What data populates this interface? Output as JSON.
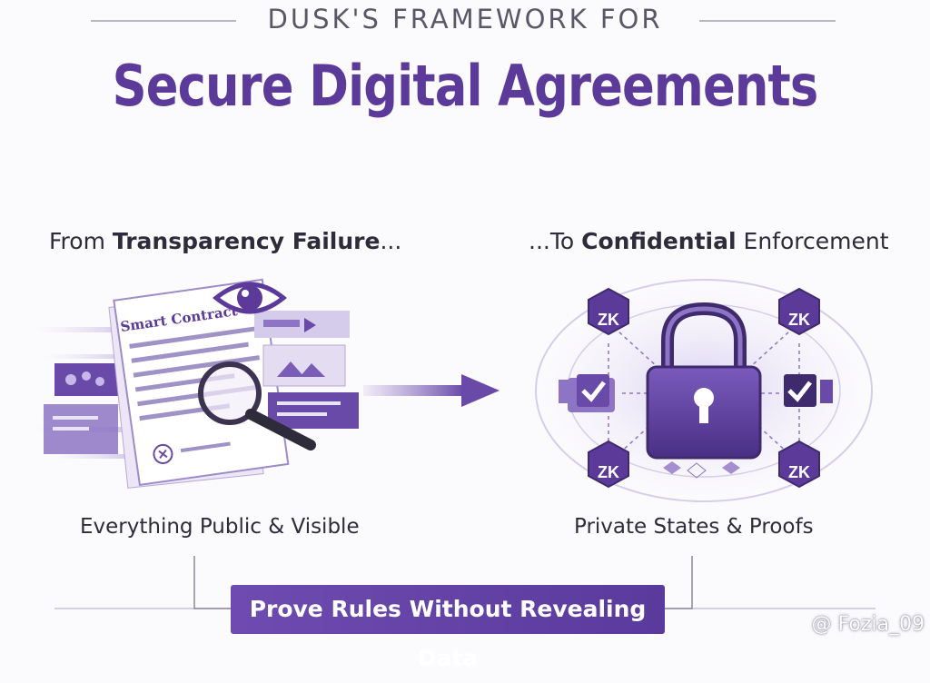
{
  "header": {
    "eyebrow": "DUSK'S FRAMEWORK FOR",
    "title": "Secure Digital Agreements"
  },
  "left_panel": {
    "heading_prefix": "From ",
    "heading_bold": "Transparency Failure",
    "heading_suffix": "...",
    "document_label": "Smart Contract",
    "caption": "Everything Public & Visible"
  },
  "right_panel": {
    "heading_prefix": "...To ",
    "heading_bold": "Confidential",
    "heading_suffix": " Enforcement",
    "zk_badges": [
      "ZK",
      "ZK",
      "ZK",
      "ZK"
    ],
    "caption": "Private States & Proofs"
  },
  "footer": {
    "banner": "Prove Rules Without Revealing Data",
    "watermark": "@ Fozia_09"
  },
  "colors": {
    "primary_purple": "#5b3a9a",
    "banner_purple": "#6e4bb0",
    "text_dark": "#2e2b3a"
  }
}
